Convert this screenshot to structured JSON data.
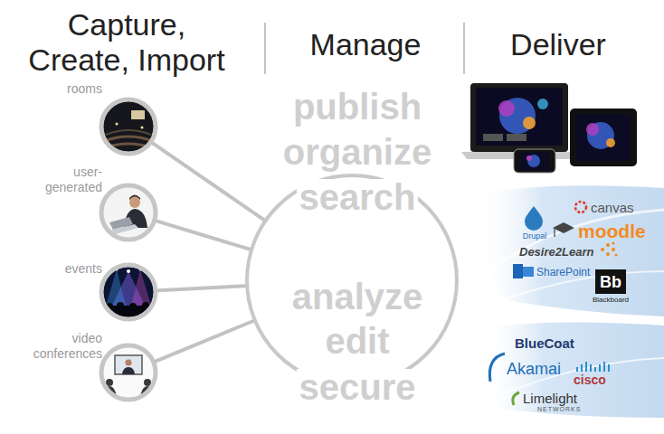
{
  "diagram": {
    "nodes": [
      {
        "text": [
          "rooms"
        ]
      },
      {
        "text": [
          "user-generated"
        ]
      },
      {
        "text": [
          "events"
        ]
      },
      {
        "text": [
          "video conferences"
        ]
      },
      {
        "text": [
          "publish",
          "organize",
          "search",
          "analyze",
          "edit",
          "secure"
        ]
      }
    ],
    "edges": [
      {
        "from": 0,
        "to": 4,
        "arrow": "none"
      },
      {
        "from": 1,
        "to": 4,
        "arrow": "none"
      },
      {
        "from": 2,
        "to": 4,
        "arrow": "none"
      },
      {
        "from": 3,
        "to": 4,
        "arrow": "none"
      }
    ],
    "labels": [
      "Capture, Create, Import",
      "Manage",
      "Deliver",
      "Drupal",
      "canvas",
      "moodle",
      "Desire2Learn",
      "SharePoint",
      "Bb",
      "Blackboard",
      "BlueCoat",
      "Akamai",
      "cisco",
      "Limelight",
      "NETWORKS"
    ]
  }
}
